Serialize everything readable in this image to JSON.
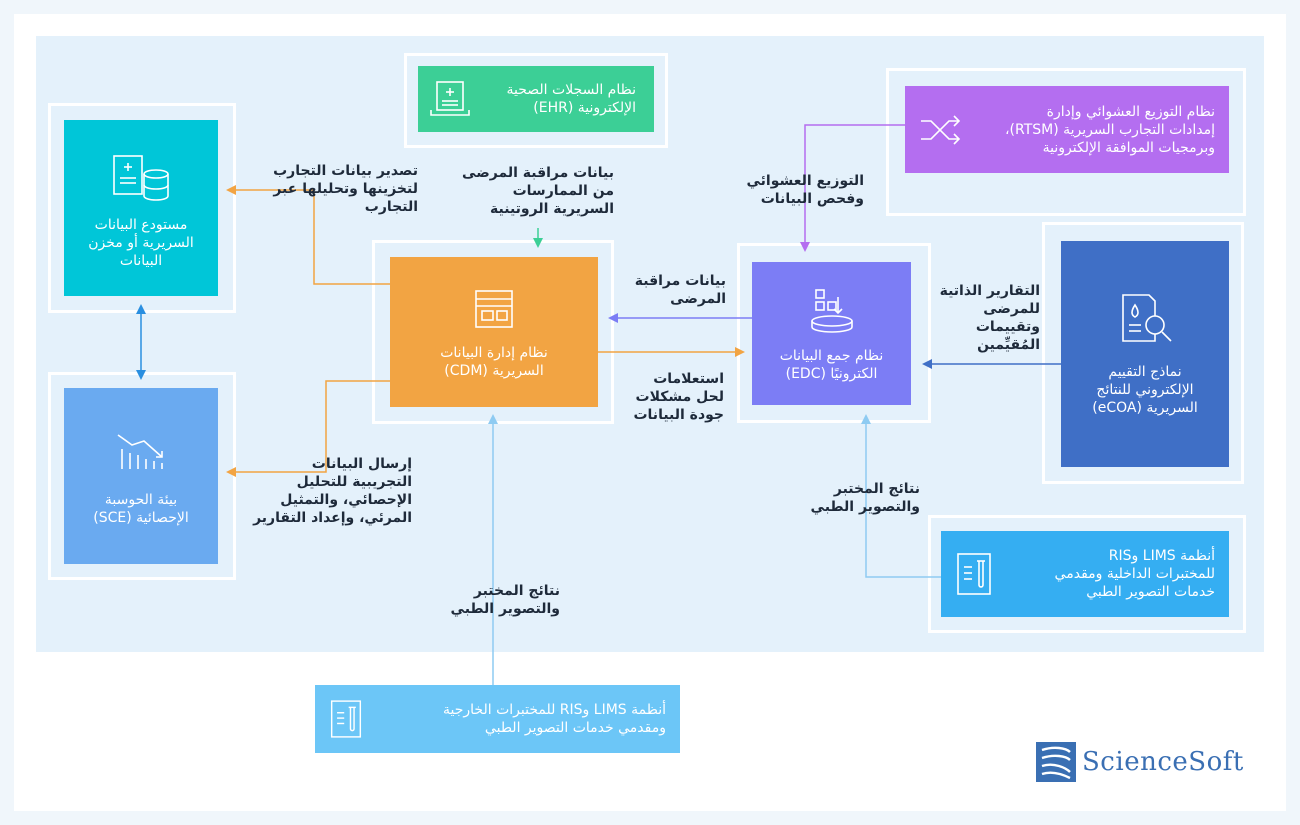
{
  "nodes": {
    "ehr": {
      "label": "نظام السجلات الصحية\nالإلكترونية (EHR)",
      "color": "#3ccf96"
    },
    "rtsm": {
      "label": "نظام التوزيع العشوائي وإدارة\nإمدادات التجارب السريرية (RTSM)،\nوبرمجيات الموافقة الإلكترونية",
      "color": "#b46ef0"
    },
    "repo": {
      "label": "مستودع البيانات\nالسريرية أو مخزن\nالبيانات",
      "color": "#00c6d8"
    },
    "sce": {
      "label": "بيئة الحوسبة\nالإحصائية (SCE)",
      "color": "#6aaaf0"
    },
    "cdm": {
      "label": "نظام إدارة البيانات\nالسريرية (CDM)",
      "color": "#f2a443"
    },
    "edc": {
      "label": "نظام جمع البيانات\nالكترونيًا (EDC)",
      "color": "#7c7df5"
    },
    "ecoa": {
      "label": "نماذج التقييم\nالإلكتروني للنتائج\nالسريرية (eCOA)",
      "color": "#3f6fc6"
    },
    "lims_internal": {
      "label": "أنظمة LIMS وRIS\nللمختبرات الداخلية ومقدمي\nخدمات التصوير الطبي",
      "color": "#35aef2"
    },
    "lims_external": {
      "label": "أنظمة LIMS وRIS للمختبرات الخارجية\nومقدمي خدمات التصوير الطبي",
      "color": "#6cc6f7"
    }
  },
  "edges": {
    "ehr_cdm": "بيانات مراقبة المرضى\nمن الممارسات\nالسريرية الروتينية",
    "cdm_repo": "تصدير بيانات التجارب\nلتخزينها وتحليلها عبر\nالتجارب",
    "cdm_sce": "إرسال البيانات\nالتجريبية للتحليل\nالإحصائي، والتمثيل\nالمرئي، وإعداد التقارير",
    "rtsm_edc": "التوزيع العشوائي\nوفحص البيانات",
    "edc_cdm": "بيانات مراقبة\nالمرضى",
    "cdm_edc": "استعلامات\nلحل مشكلات\nجودة البيانات",
    "ecoa_edc": "التقارير الذاتية\nللمرضى\nوتقييمات\nالمُقيِّمين",
    "lims_edc": "نتائج المختبر\nوالتصوير الطبي",
    "lims_cdm": "نتائج المختبر\nوالتصوير الطبي"
  },
  "colors": {
    "orange_arrow": "#f2a443",
    "purple_arrow": "#b46ef0",
    "blue_arrow": "#3f6fc6",
    "edc_arrow": "#7c7df5",
    "light_arrow": "#8ecbf2",
    "green_arrow": "#3ccf96",
    "panel": "#e4f1fb"
  },
  "logo": {
    "text": "ScienceSoft"
  }
}
